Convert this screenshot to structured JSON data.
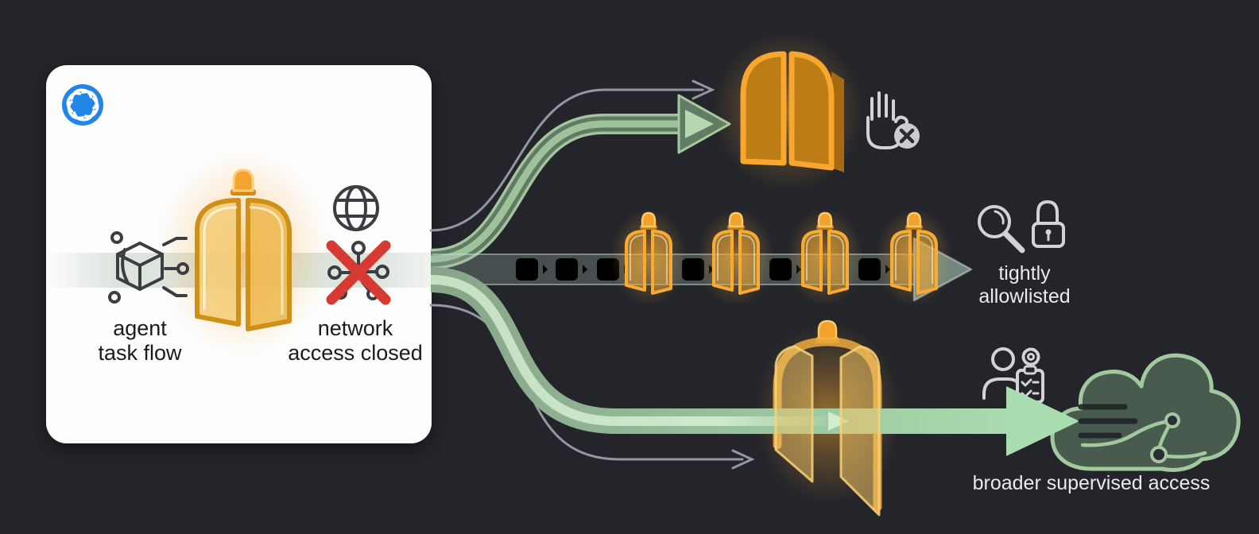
{
  "title": "agent network access diagram",
  "card": {
    "brand_icon": "openai-logo",
    "agent_icon": "agent-cube-icon",
    "agent_label": "agent\ntask flow",
    "gate_icon": "glowing-gate-icon",
    "globe_icon": "globe-icon",
    "blocked_icon": "network-blocked-x-icon",
    "network_label": "network\naccess closed"
  },
  "branches": {
    "blocked": {
      "icons": [
        "double-doors-closed-icon",
        "stop-hand-icon",
        "x-badge-icon"
      ]
    },
    "allowlisted": {
      "label": "tightly\nallowlisted",
      "icons": [
        "gate-icon",
        "packet-icon",
        "magnifier-icon",
        "lock-icon"
      ]
    },
    "supervised": {
      "label": "broader supervised access",
      "icons": [
        "gate-open-icon",
        "reviewer-person-icon",
        "gear-icon",
        "checklist-clipboard-icon",
        "cloud-circuit-icon"
      ]
    }
  },
  "colors": {
    "background": "#24252b",
    "card": "#fdfdfd",
    "gold": "#f2a43a",
    "gold_deep": "#c8821a",
    "sage_band": "#9cc097",
    "mint_arrow": "#a9dcae",
    "red_x": "#d63a30",
    "openai_blue": "#2286e8",
    "gray_arrow": "#9597a0",
    "icon_light": "#d2d3d7",
    "icon_dark": "#3c3d43",
    "text_light": "#e9eaec",
    "text_dark": "#1a1a20"
  }
}
